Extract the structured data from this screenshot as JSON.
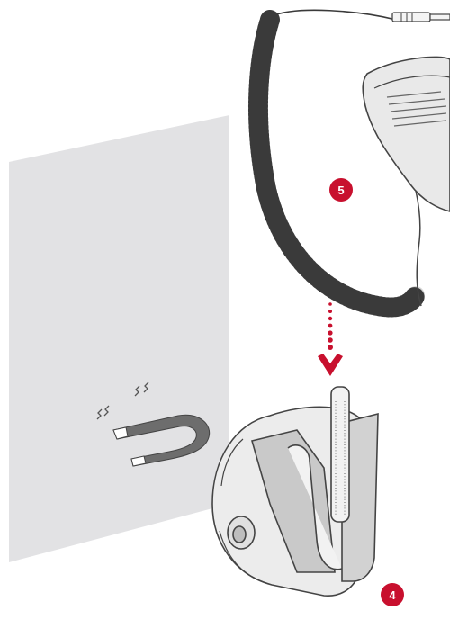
{
  "steps": {
    "microphone_badge": "5",
    "holder_badge": "4"
  },
  "colors": {
    "accent": "#c8102e",
    "wall": "#e2e2e4",
    "device_fill": "#f2f2f2",
    "device_shade": "#c9c9c9",
    "outline": "#444444",
    "magnet": "#6d6d6d"
  },
  "icons": {
    "arrow": "dotted-down-chevron",
    "magnet": "horseshoe-magnet"
  }
}
